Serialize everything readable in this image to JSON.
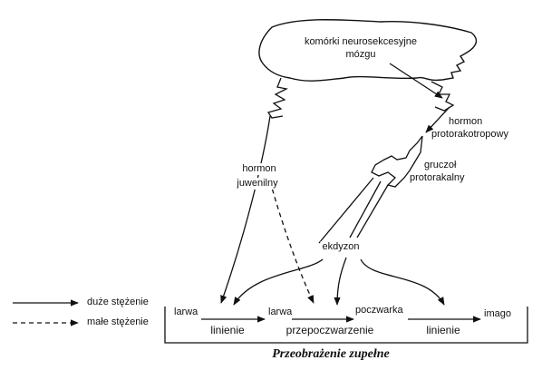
{
  "labels": {
    "neuro_cells_line1": "komórki neurosekcesyjne",
    "neuro_cells_line2": "mózgu",
    "ptth_line1": "hormon",
    "ptth_line2": "protorakotropowy",
    "gland_line1": "gruczoł",
    "gland_line2": "protorakalny",
    "juvenile_line1": "hormon",
    "juvenile_line2": "juwenilny",
    "ecdysone": "ekdyzon"
  },
  "stages": {
    "larva1": "larwa",
    "larva2": "larwa",
    "pupa": "poczwarka",
    "imago": "imago"
  },
  "processes": {
    "molt1": "linienie",
    "pupation": "przepoczwarzenie",
    "molt2": "linienie"
  },
  "legend": {
    "high": "duże stężenie",
    "low": "małe stężenie"
  },
  "title": "Przeobrażenie zupełne"
}
